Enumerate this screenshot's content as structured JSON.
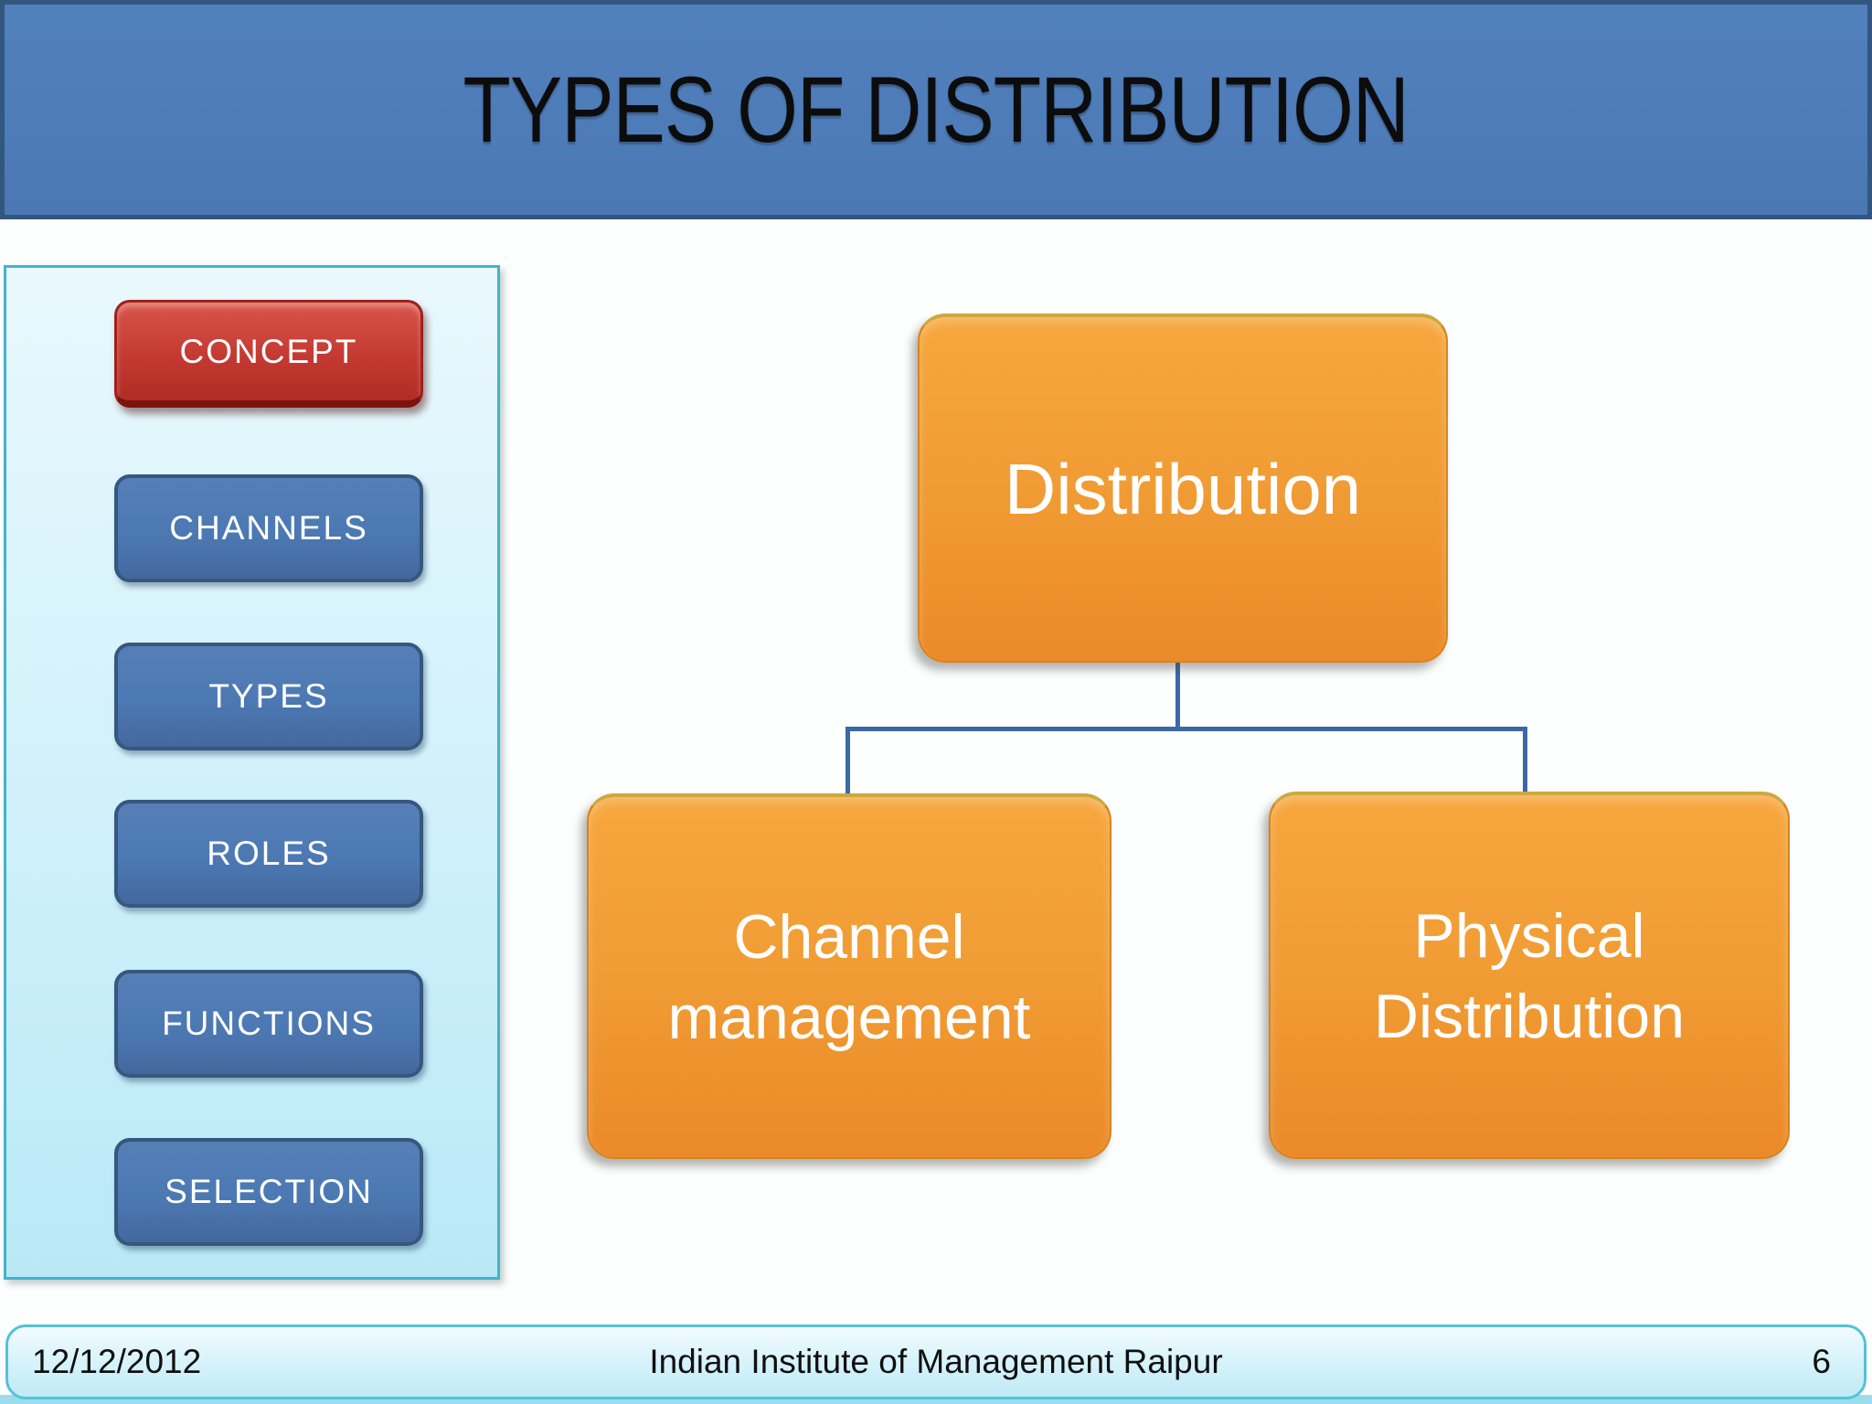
{
  "slide": {
    "title": "TYPES OF DISTRIBUTION",
    "footer": {
      "date": "12/12/2012",
      "center": "Indian Institute of Management Raipur",
      "page_number": "6"
    }
  },
  "sidebar": {
    "items": [
      {
        "label": "CONCEPT",
        "variant": "red"
      },
      {
        "label": "CHANNELS",
        "variant": "blue"
      },
      {
        "label": "TYPES",
        "variant": "blue"
      },
      {
        "label": "ROLES",
        "variant": "blue"
      },
      {
        "label": "FUNCTIONS",
        "variant": "blue"
      },
      {
        "label": "SELECTION",
        "variant": "blue"
      }
    ],
    "stray_mark": ","
  },
  "diagram": {
    "root": "Distribution",
    "children": [
      "Channel management",
      "Physical Distribution"
    ]
  },
  "colors": {
    "banner_fill": "#4E7CB8",
    "banner_border": "#33567E",
    "sidebar_fill": "#D4F2FB",
    "sidebar_border": "#43B3CD",
    "button_blue": "#4C79B3",
    "button_red": "#C43A32",
    "org_box_orange": "#F09A33",
    "connector_blue": "#3A69A4",
    "footer_fill": "#D9F4FB",
    "footer_border": "#53C2D8"
  }
}
